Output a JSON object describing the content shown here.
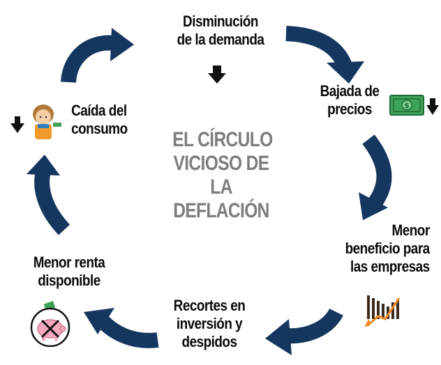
{
  "title": [
    "EL CÍRCULO",
    "VICIOSO DE",
    "LA",
    "DEFLACIÓN"
  ],
  "nodes": [
    {
      "id": "disminucion",
      "lines": [
        "Disminución",
        "de la demanda"
      ]
    },
    {
      "id": "bajada",
      "lines": [
        "Bajada de",
        "precios"
      ]
    },
    {
      "id": "beneficio",
      "lines": [
        "Menor",
        "beneficio para",
        "las empresas"
      ]
    },
    {
      "id": "recortes",
      "lines": [
        "Recortes en",
        "inversión y",
        "despidos"
      ]
    },
    {
      "id": "renta",
      "lines": [
        "Menor renta",
        "disponible"
      ]
    },
    {
      "id": "consumo",
      "lines": [
        "Caída del",
        "consumo"
      ]
    }
  ],
  "colors": {
    "arrow": "#14365f",
    "text": "#0b0b0b",
    "title": "#7d7d7d",
    "banknote": "#3ea35a",
    "piggy": "#f6a9bd",
    "chart_line": "#f08a24"
  },
  "icons": [
    "down-arrow-icon",
    "banknote-icon",
    "declining-chart-icon",
    "piggy-bank-icon",
    "person-icon"
  ],
  "banknote_symbol": "$"
}
